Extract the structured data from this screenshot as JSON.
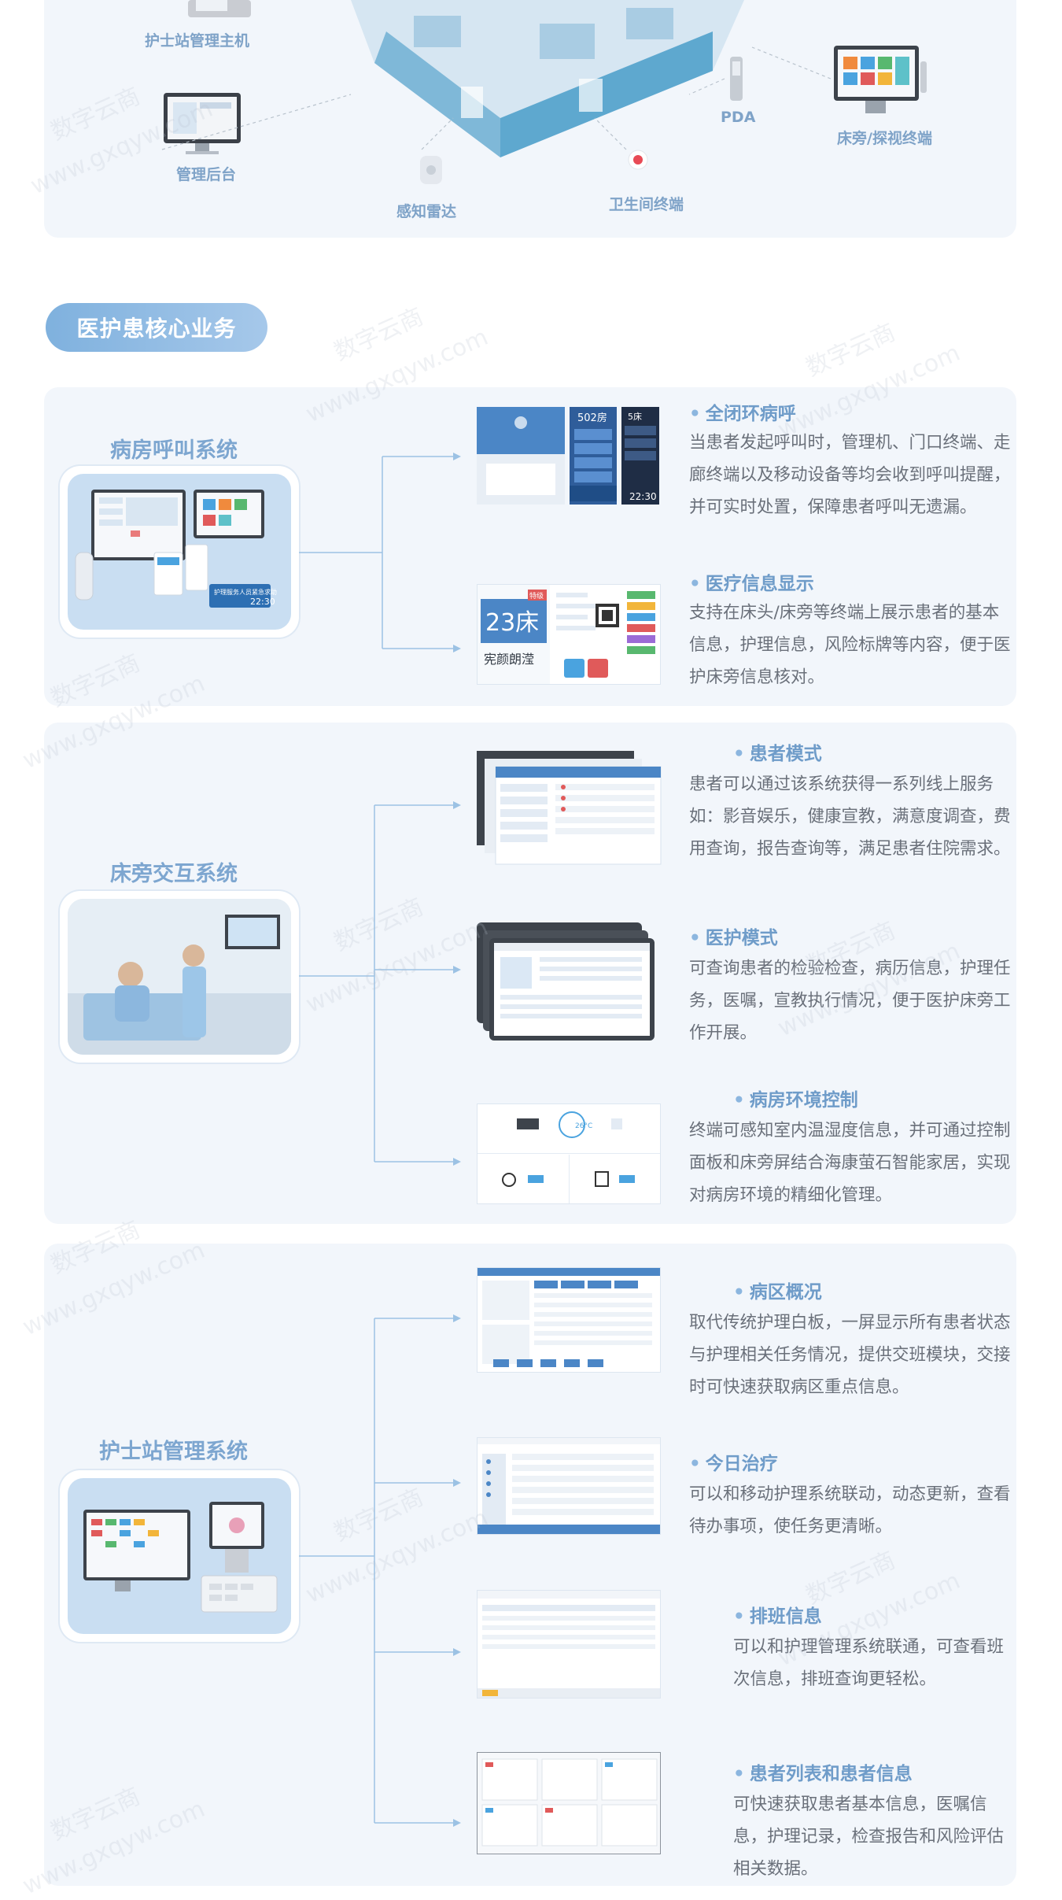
{
  "top_panel": {
    "labels": {
      "nurse_host": "护士站管理主机",
      "admin_backend": "管理后台",
      "radar": "感知雷达",
      "bathroom": "卫生间终端",
      "pda": "PDA",
      "bedside": "床旁/探视终端"
    }
  },
  "section_title": "医护患核心业务",
  "systems": [
    {
      "title": "病房呼叫系统",
      "features": [
        {
          "title": "全闭环病呼",
          "text": "当患者发起呼叫时，管理机、门口终端、走廊终端以及移动设备等均会收到呼叫提醒，并可实时处置，保障患者呼叫无遗漏。"
        },
        {
          "title": "医疗信息显示",
          "text": "支持在床头/床旁等终端上展示患者的基本信息，护理信息，风险标牌等内容，便于医护床旁信息核对。"
        }
      ],
      "thumbs": {
        "room_no": "502房",
        "bed_no": "5床",
        "time": "22:30",
        "card_bed": "23床",
        "card_tag": "特级",
        "card_name": "宪颜朗滢",
        "device_text": "护理服务人员紧急求助",
        "device_time": "22:30"
      }
    },
    {
      "title": "床旁交互系统",
      "features": [
        {
          "title": "患者模式",
          "text": "患者可以通过该系统获得一系列线上服务如：影音娱乐，健康宣教，满意度调查，费用查询，报告查询等，满足患者住院需求。"
        },
        {
          "title": "医护模式",
          "text": "可查询患者的检验检查，病历信息，护理任务，医嘱，宣教执行情况，便于医护床旁工作开展。"
        },
        {
          "title": "病房环境控制",
          "text": "终端可感知室内温湿度信息，并可通过控制面板和床旁屏结合海康萤石智能家居，实现对病房环境的精细化管理。"
        }
      ],
      "thumbs": {
        "temp": "26°C"
      }
    },
    {
      "title": "护士站管理系统",
      "features": [
        {
          "title": "病区概况",
          "text": "取代传统护理白板，一屏显示所有患者状态与护理相关任务情况，提供交班模块，交接时可快速获取病区重点信息。"
        },
        {
          "title": "今日治疗",
          "text": "可以和移动护理系统联动，动态更新，查看待办事项，使任务更清晰。"
        },
        {
          "title": "排班信息",
          "text": "可以和护理管理系统联通，可查看班次信息，排班查询更轻松。"
        },
        {
          "title": "患者列表和患者信息",
          "text": "可快速获取患者基本信息，医嘱信息，护理记录，检查报告和风险评估相关数据。"
        }
      ],
      "thumbs": {}
    }
  ],
  "watermarks": [
    "数字云商",
    "www.gxqyw.com"
  ],
  "colors": {
    "accent": "#7fb1de",
    "panel": "#f2f6fb",
    "title": "#6f9cc9"
  }
}
